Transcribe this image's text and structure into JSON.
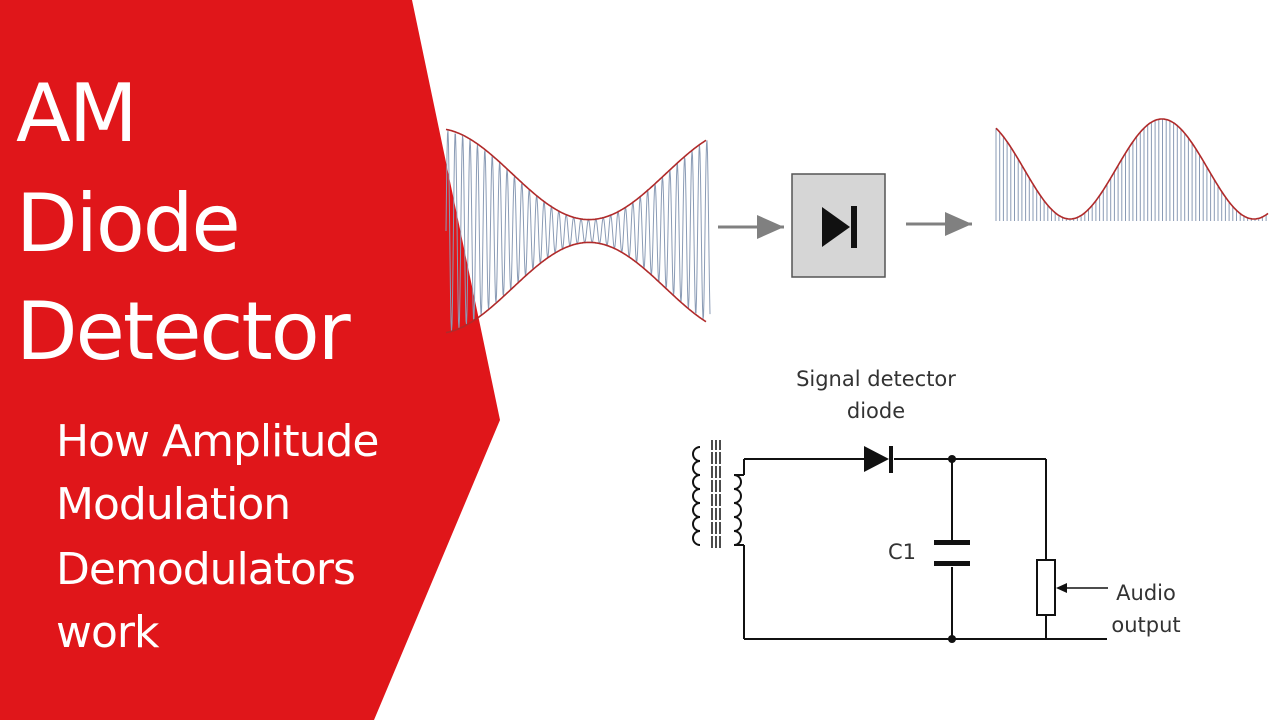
{
  "title": {
    "lines": [
      "AM",
      "Diode",
      "Detector"
    ]
  },
  "subtitle": {
    "lines": [
      "How Amplitude",
      "Modulation",
      "Demodulators",
      "work"
    ]
  },
  "circuit": {
    "diode_label": [
      "Signal detector",
      "diode"
    ],
    "capacitor_label": "C1",
    "output_label": [
      "Audio",
      "output"
    ]
  },
  "colors": {
    "panel": "#e0161a",
    "carrier": "#8a9bb5",
    "envelope": "#b02a2a",
    "block_fill": "#d6d6d6",
    "wire": "#111111",
    "arrow": "#808080"
  },
  "icons": [
    "diode-symbol-icon",
    "arrow-right-icon",
    "transformer-coil-icon",
    "capacitor-icon",
    "potentiometer-icon"
  ]
}
